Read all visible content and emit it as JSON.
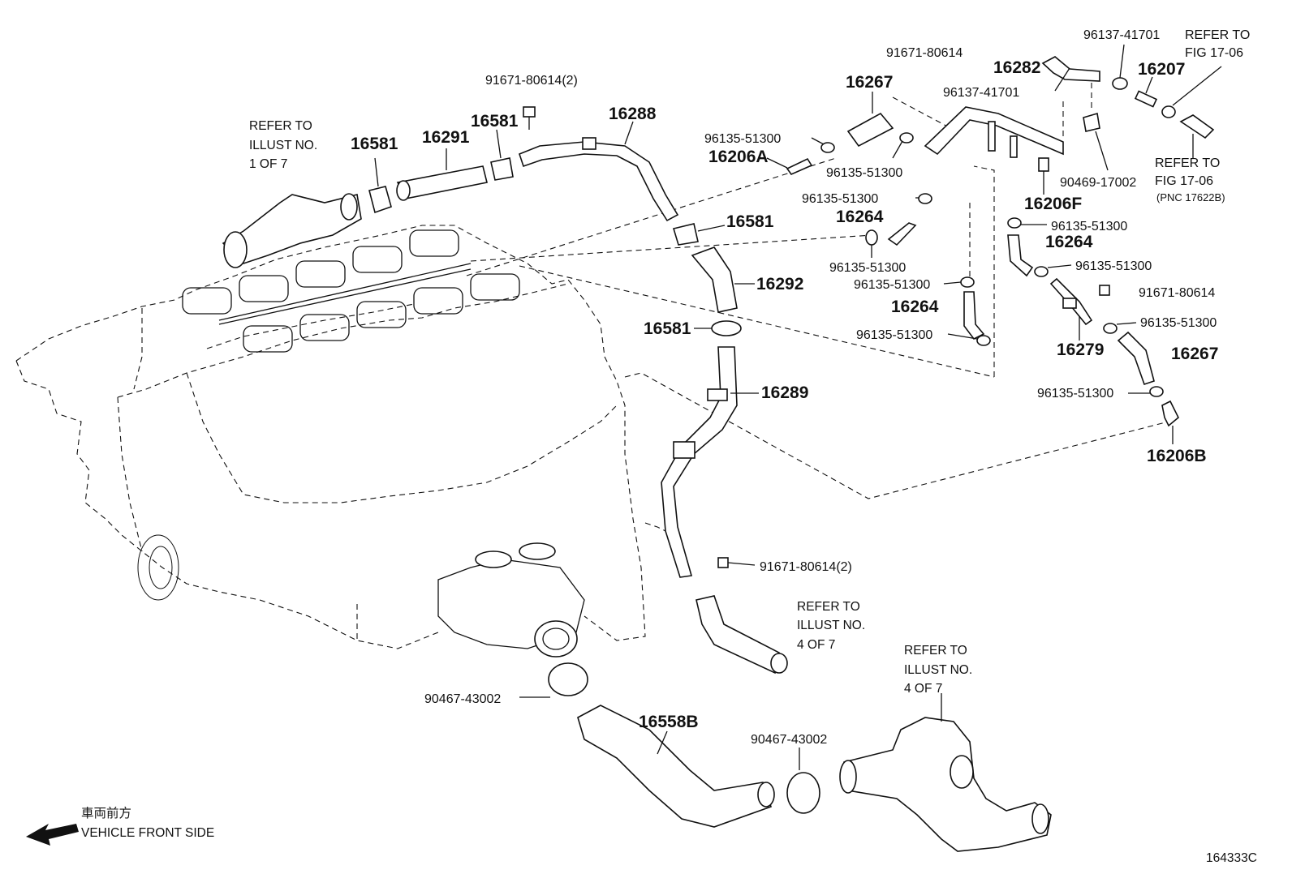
{
  "labels": {
    "p16581_a": "16581",
    "p16291": "16291",
    "p16581_b": "16581",
    "p16288": "16288",
    "p16581_c": "16581",
    "p16292": "16292",
    "p16581_d": "16581",
    "p16289": "16289",
    "p16558b": "16558B",
    "p16267_a": "16267",
    "p16206a": "16206A",
    "p16264_a": "16264",
    "p16264_b": "16264",
    "p16282": "16282",
    "p16207": "16207",
    "p16206f": "16206F",
    "p16264_c": "16264",
    "p16279": "16279",
    "p16267_b": "16267",
    "p16206b": "16206B"
  },
  "part_numbers": {
    "n91671_80614_2_top": "91671-80614(2)",
    "n91671_80614_top": "91671-80614",
    "n96137_41701_a": "96137-41701",
    "n96137_41701_b": "96137-41701",
    "n96135_51300_a": "96135-51300",
    "n96135_51300_b": "96135-51300",
    "n96135_51300_c": "96135-51300",
    "n96135_51300_d": "96135-51300",
    "n96135_51300_e": "96135-51300",
    "n96135_51300_f": "96135-51300",
    "n96135_51300_g": "96135-51300",
    "n96135_51300_h": "96135-51300",
    "n96135_51300_i": "96135-51300",
    "n96135_51300_j": "96135-51300",
    "n90469_17002": "90469-17002",
    "n91671_80614_right": "91671-80614",
    "n91671_80614_2_bottom": "91671-80614(2)",
    "n90467_43002_a": "90467-43002",
    "n90467_43002_b": "90467-43002"
  },
  "notes": {
    "refer_1of7": [
      "REFER TO",
      "ILLUST NO.",
      "1 OF 7"
    ],
    "refer_fig1706_top": [
      "REFER TO",
      "FIG 17-06"
    ],
    "refer_fig1706_right": [
      "REFER TO",
      "FIG 17-06",
      "(PNC 17622B)"
    ],
    "refer_4of7_a": [
      "REFER TO",
      "ILLUST NO.",
      "4 OF 7"
    ],
    "refer_4of7_b": [
      "REFER TO",
      "ILLUST NO.",
      "4 OF 7"
    ]
  },
  "direction": {
    "japanese": "車両前方",
    "english": "VEHICLE FRONT SIDE"
  },
  "figure_id": "164333C"
}
